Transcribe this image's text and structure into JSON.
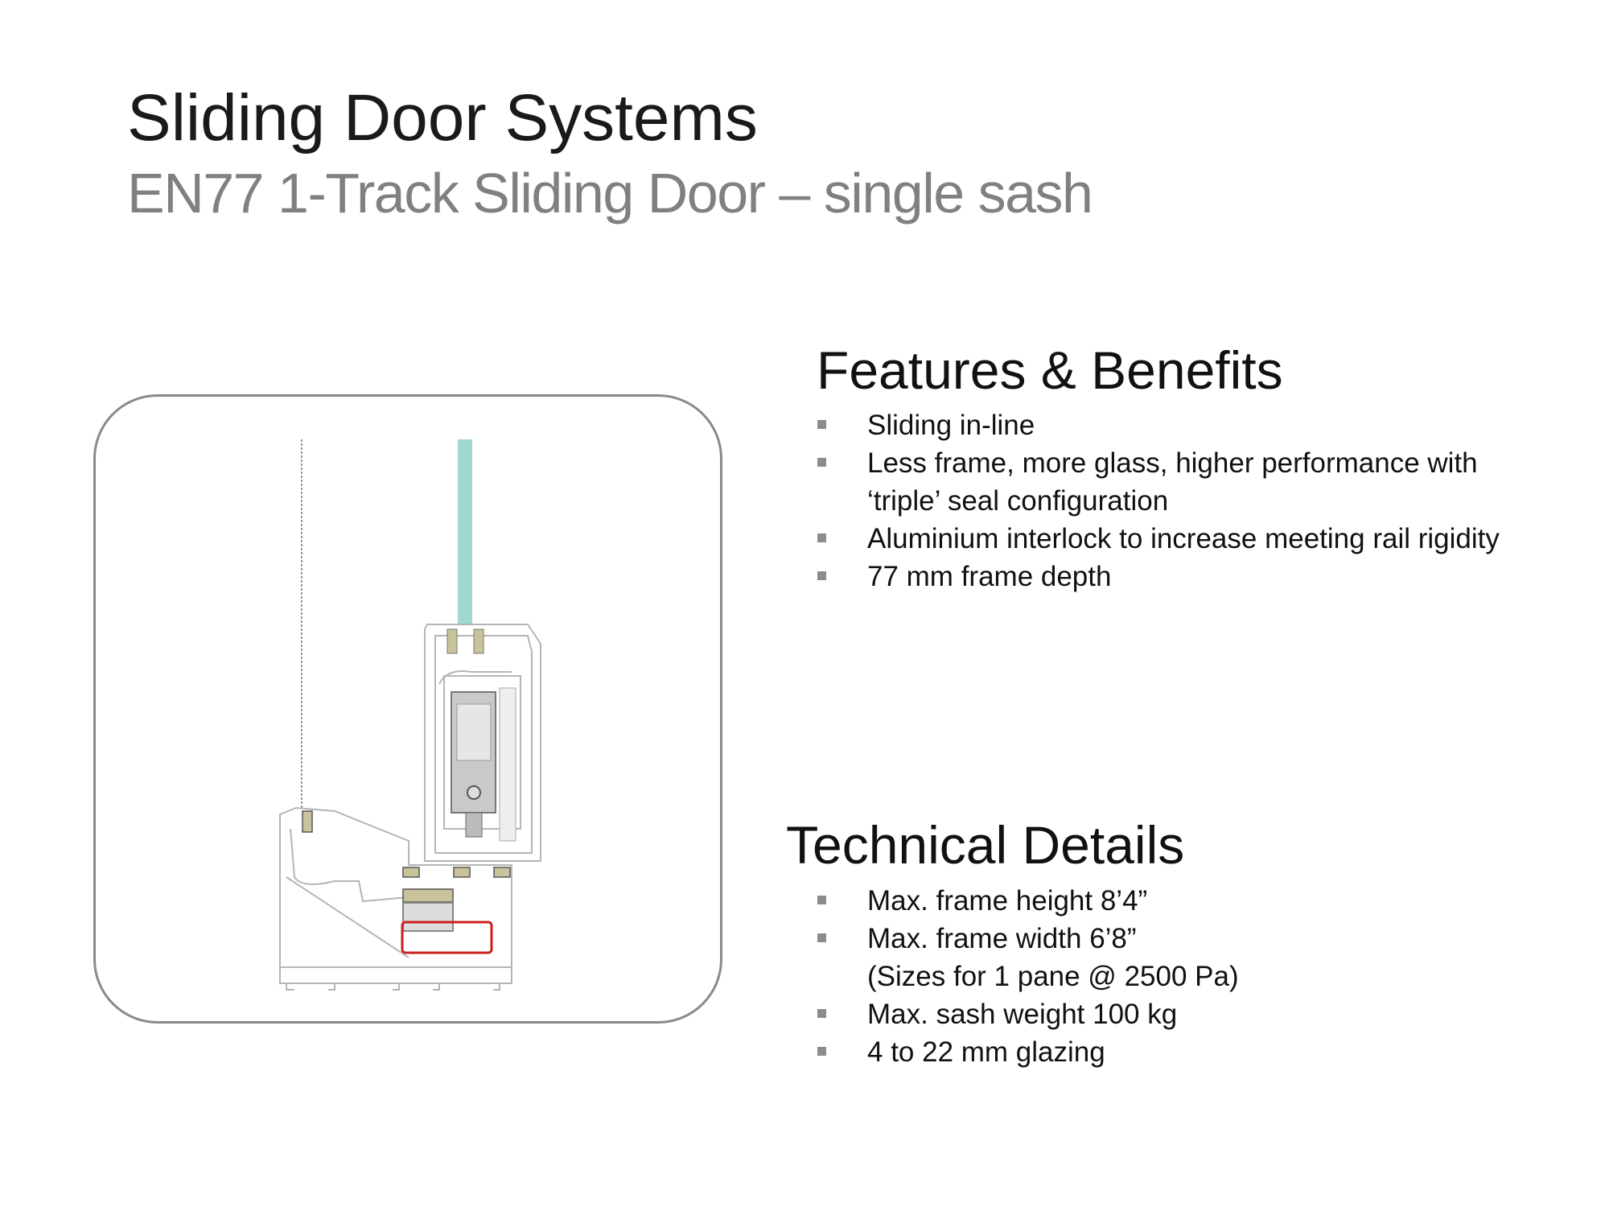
{
  "header": {
    "title": "Sliding Door Systems",
    "subtitle": "EN77  1-Track Sliding Door – single sash"
  },
  "features": {
    "heading": "Features & Benefits",
    "items": [
      "Sliding in-line",
      "Less frame, more glass, higher performance with ‘triple’ seal configuration",
      "Aluminium interlock to increase meeting rail rigidity",
      "77 mm frame depth"
    ]
  },
  "technical": {
    "heading": "Technical Details",
    "items": [
      {
        "text": "Max. frame height 8’4”"
      },
      {
        "text": "Max. frame width  6’8”",
        "note": "(Sizes for 1 pane @ 2500 Pa)"
      },
      {
        "text": "Max. sash weight 100 kg"
      },
      {
        "text": "4 to 22 mm glazing"
      }
    ]
  },
  "colors": {
    "glass": "#9fd8cf",
    "thermal_insert": "#cc1f1f",
    "gasket": "#c8c39a",
    "frame_border": "#8a8a8a"
  }
}
